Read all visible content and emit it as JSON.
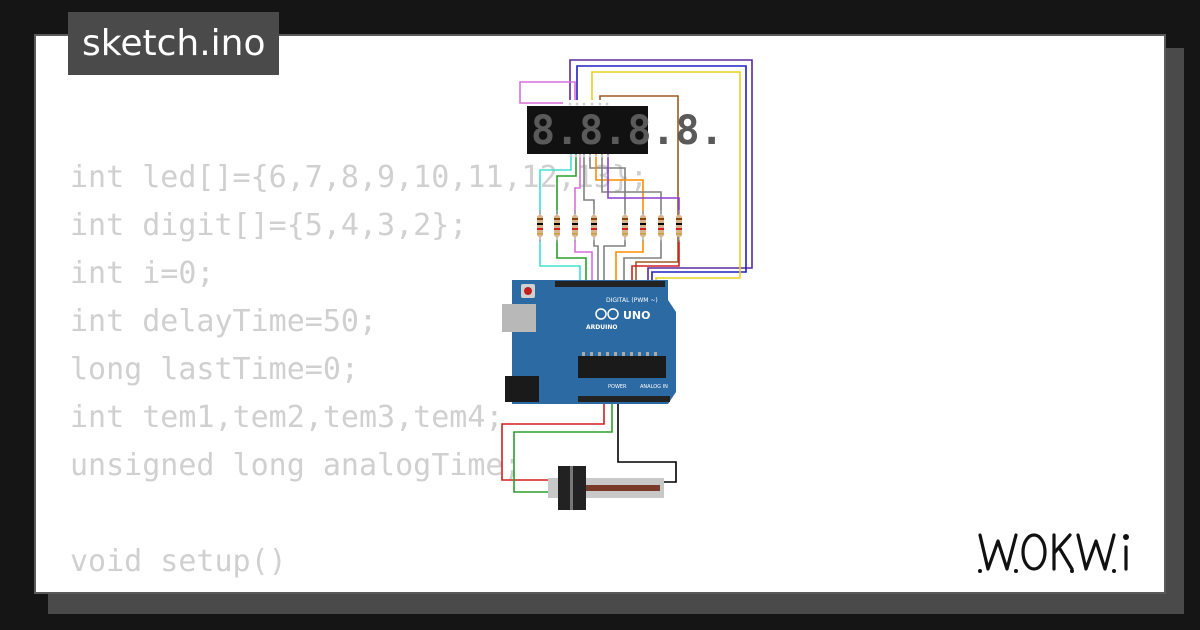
{
  "app": {
    "sketch_title": "sketch.ino",
    "brand": "WOKWI"
  },
  "code": {
    "lines": [
      "int led[]={6,7,8,9,10,11,12,13};",
      "int digit[]={5,4,3,2};",
      "int i=0;",
      "int delayTime=50;",
      "long lastTime=0;",
      "int tem1,tem2,tem3,tem4;",
      "unsigned long analogTime;",
      "",
      "void setup()",
      "{"
    ]
  },
  "circuit": {
    "display": {
      "digits": "8.8.8.8."
    },
    "board": {
      "model": "UNO",
      "brand_text": "ARDUINO",
      "digital_label": "DIGITAL (PWM ~)",
      "power_label": "POWER",
      "analog_label": "ANALOG IN"
    },
    "resistor_count": 8
  },
  "colors": {
    "board_blue": "#2b6aa3",
    "wire_colors": [
      "#d86fd8",
      "#5a2aa0",
      "#8b3fd0",
      "#e8d020",
      "#a05a20",
      "#40e0d0",
      "#2aa02a",
      "#ff8c00",
      "#808080",
      "#d02020",
      "#000000"
    ]
  }
}
